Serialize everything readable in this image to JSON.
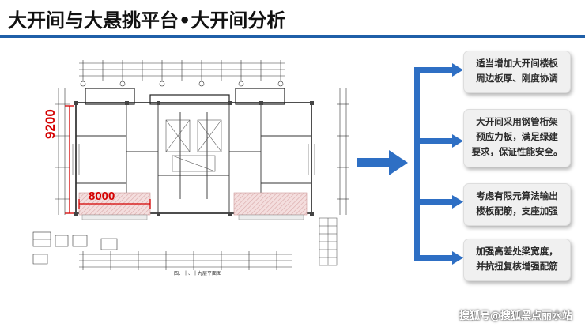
{
  "header": {
    "title": "大开间与大悬挑平台•大开间分析"
  },
  "plan": {
    "dimension_vertical": "9200",
    "dimension_horizontal": "8000",
    "drawing_caption": "四、十、十九层平面图"
  },
  "cards": [
    {
      "lines": [
        "适当增加大开间楼板",
        "周边板厚、刚度协调"
      ]
    },
    {
      "lines": [
        "大开间采用钢管桁架",
        "预应力板，满足绿建",
        "要求，保证性能安全。"
      ]
    },
    {
      "lines": [
        "考虑有限元算法输出",
        "楼板配筋，支座加强"
      ]
    },
    {
      "lines": [
        "加强高差处梁宽度，",
        "并抗扭复核增强配筋"
      ]
    }
  ],
  "watermark": "搜狐号@搜狐黑点丽水站",
  "colors": {
    "accent_blue": "#1f5fa8",
    "arrow_blue": "#2e6fc4",
    "dimension_red": "#d40000",
    "hatch_pink": "#e7c2c2"
  }
}
